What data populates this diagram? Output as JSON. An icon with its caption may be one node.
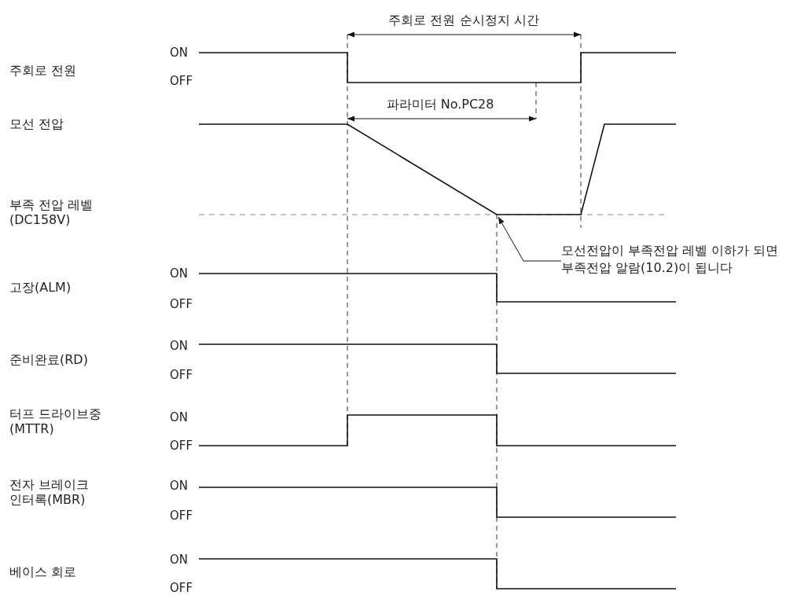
{
  "diagram": {
    "nodes": [
      {
        "text": [],
        "shape": "line"
      },
      {
        "text": [
          "모선전압이 부족전압 레벨 이하가 되면 부족전압 알람(10.2)이 됩니다"
        ]
      }
    ],
    "edges": [
      {
        "from": 1,
        "to": 0,
        "arrow": "to"
      }
    ],
    "labels": [
      "주회로 전원 순시정지 시간",
      "ON",
      "주회로 전원",
      "OFF",
      "파라미터 No.PC28",
      "모선 전압",
      "부족 전압 레벨 (DC158V)",
      "ON",
      "고장(ALM)",
      "OFF",
      "ON",
      "준비완료(RD)",
      "OFF",
      "터프 드라이브중 (MTTR)",
      "ON",
      "OFF",
      "전자 브레이크 인터록(MBR)",
      "ON",
      "OFF",
      "베이스 회로",
      "ON",
      "OFF"
    ]
  }
}
